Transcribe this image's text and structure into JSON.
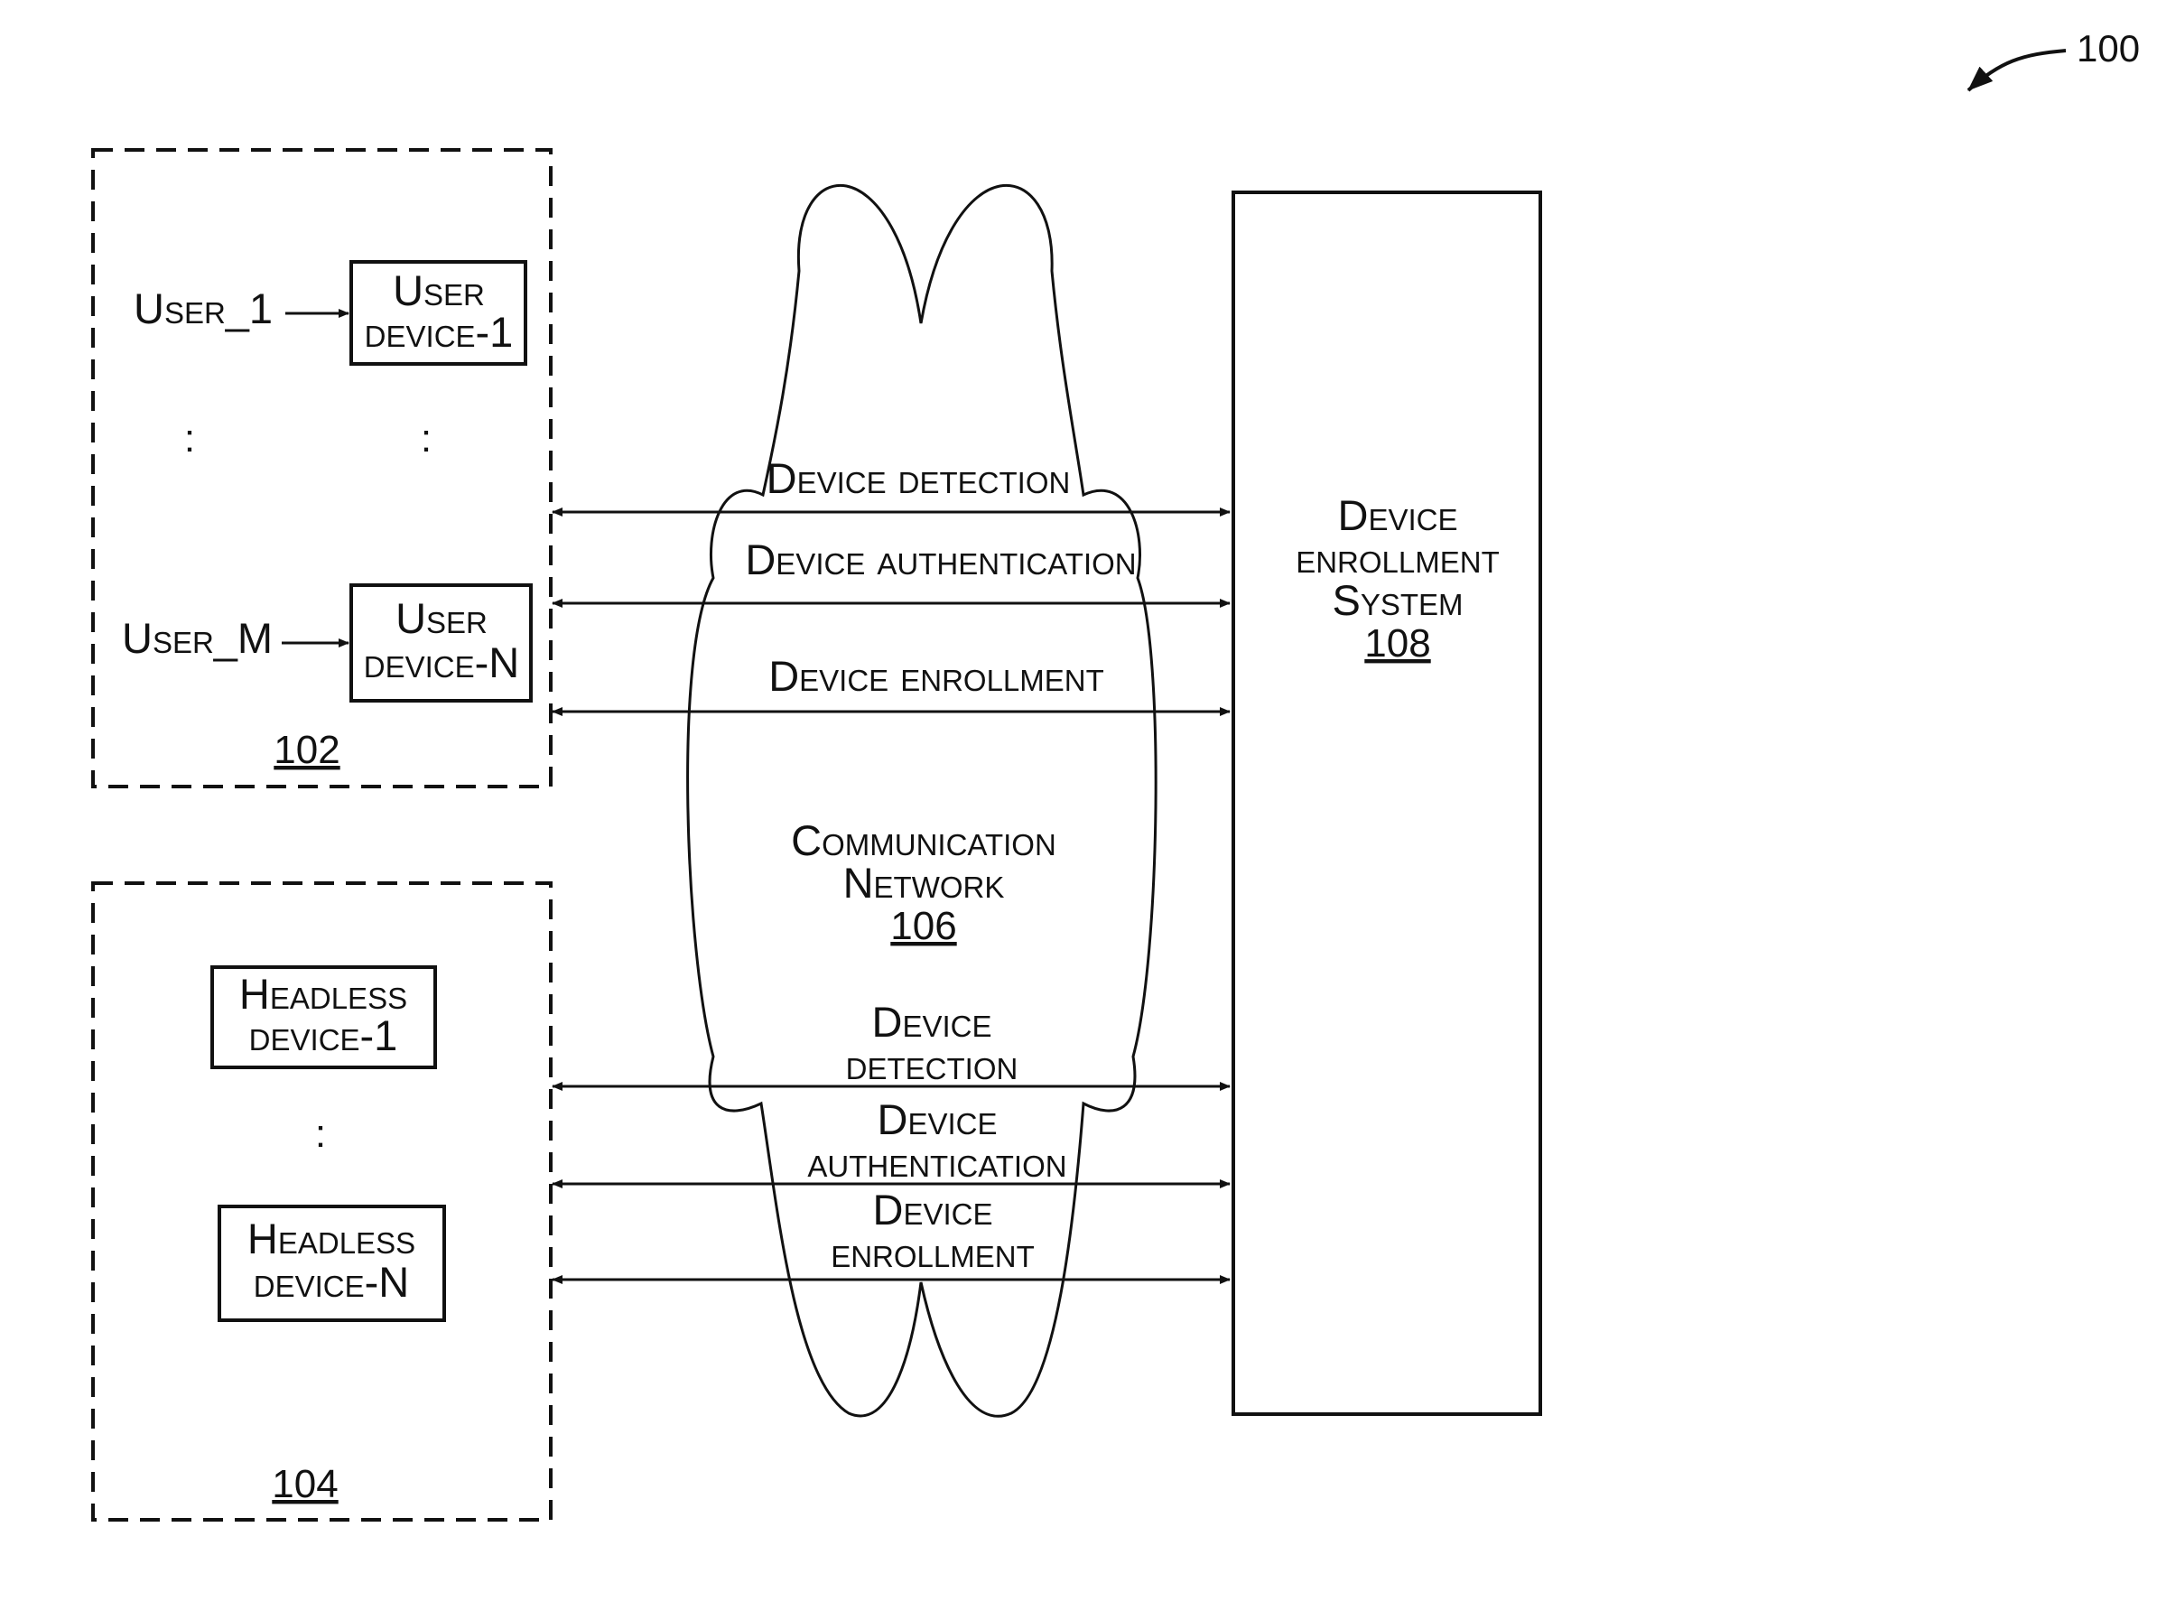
{
  "figure_number": "100",
  "user_group": {
    "ref": "102",
    "user_1": "User_1",
    "user_m": "User_M",
    "device_1": [
      "User",
      "device-1"
    ],
    "device_n": [
      "User",
      "device-N"
    ]
  },
  "headless_group": {
    "ref": "104",
    "device_1": [
      "Headless",
      "device-1"
    ],
    "device_n": [
      "Headless",
      "device-N"
    ]
  },
  "network": {
    "title": [
      "Communication",
      "Network"
    ],
    "ref": "106"
  },
  "enrollment_system": {
    "title": [
      "Device",
      "enrollment",
      "System"
    ],
    "ref": "108"
  },
  "upper_flows": {
    "detection": "Device detection",
    "authentication": "Device authentication",
    "enrollment": "Device enrollment"
  },
  "lower_flows": {
    "detection": [
      "Device",
      "detection"
    ],
    "authentication": [
      "Device",
      "authentication"
    ],
    "enrollment": [
      "Device",
      "enrollment"
    ]
  }
}
